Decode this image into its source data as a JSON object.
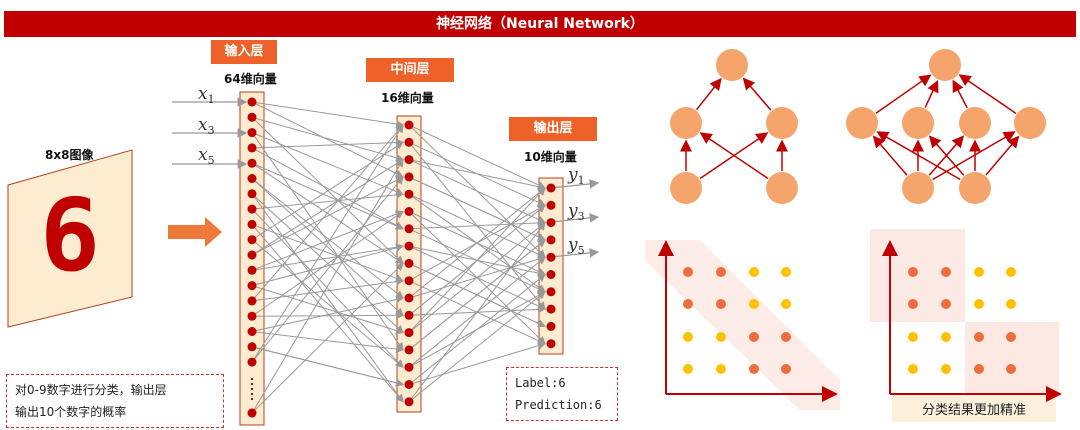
{
  "title": "神经网络（Neural Network）",
  "input_layer": {
    "label": "输入层",
    "dim": "64维向量",
    "inputs": [
      "x1",
      "x3",
      "x5"
    ]
  },
  "hidden_layer": {
    "label": "中间层",
    "dim": "16维向量"
  },
  "output_layer": {
    "label": "输出层",
    "dim": "10维向量",
    "outputs": [
      "y1",
      "y3",
      "y5"
    ]
  },
  "image": {
    "label": "8x8图像",
    "digit": "6"
  },
  "note": {
    "line1": "对0-9数字进行分类，输出层",
    "line2": "输出10个数字的概率"
  },
  "result": {
    "label": "Label:6",
    "prediction": "Prediction:6"
  },
  "caption": "分类结果更加精准",
  "colors": {
    "banner": "#c00000",
    "tag": "#ee6128",
    "node": "#c00000",
    "orange": "#ef6c3c",
    "yellow": "#ffc000",
    "graph_node": "#f5a46c"
  }
}
